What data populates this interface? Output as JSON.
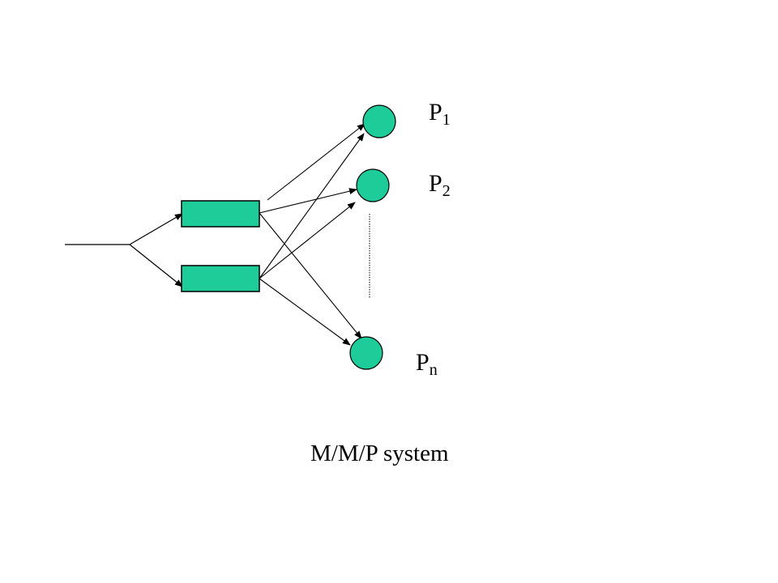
{
  "diagram": {
    "caption": "M/M/P system",
    "processors": [
      {
        "base": "P",
        "sub": "1"
      },
      {
        "base": "P",
        "sub": "2"
      },
      {
        "base": "P",
        "sub": "n"
      }
    ],
    "queue_count": 2,
    "colors": {
      "fill": "#1DCC98",
      "stroke": "#000000",
      "background": "#FFFFFF"
    }
  }
}
